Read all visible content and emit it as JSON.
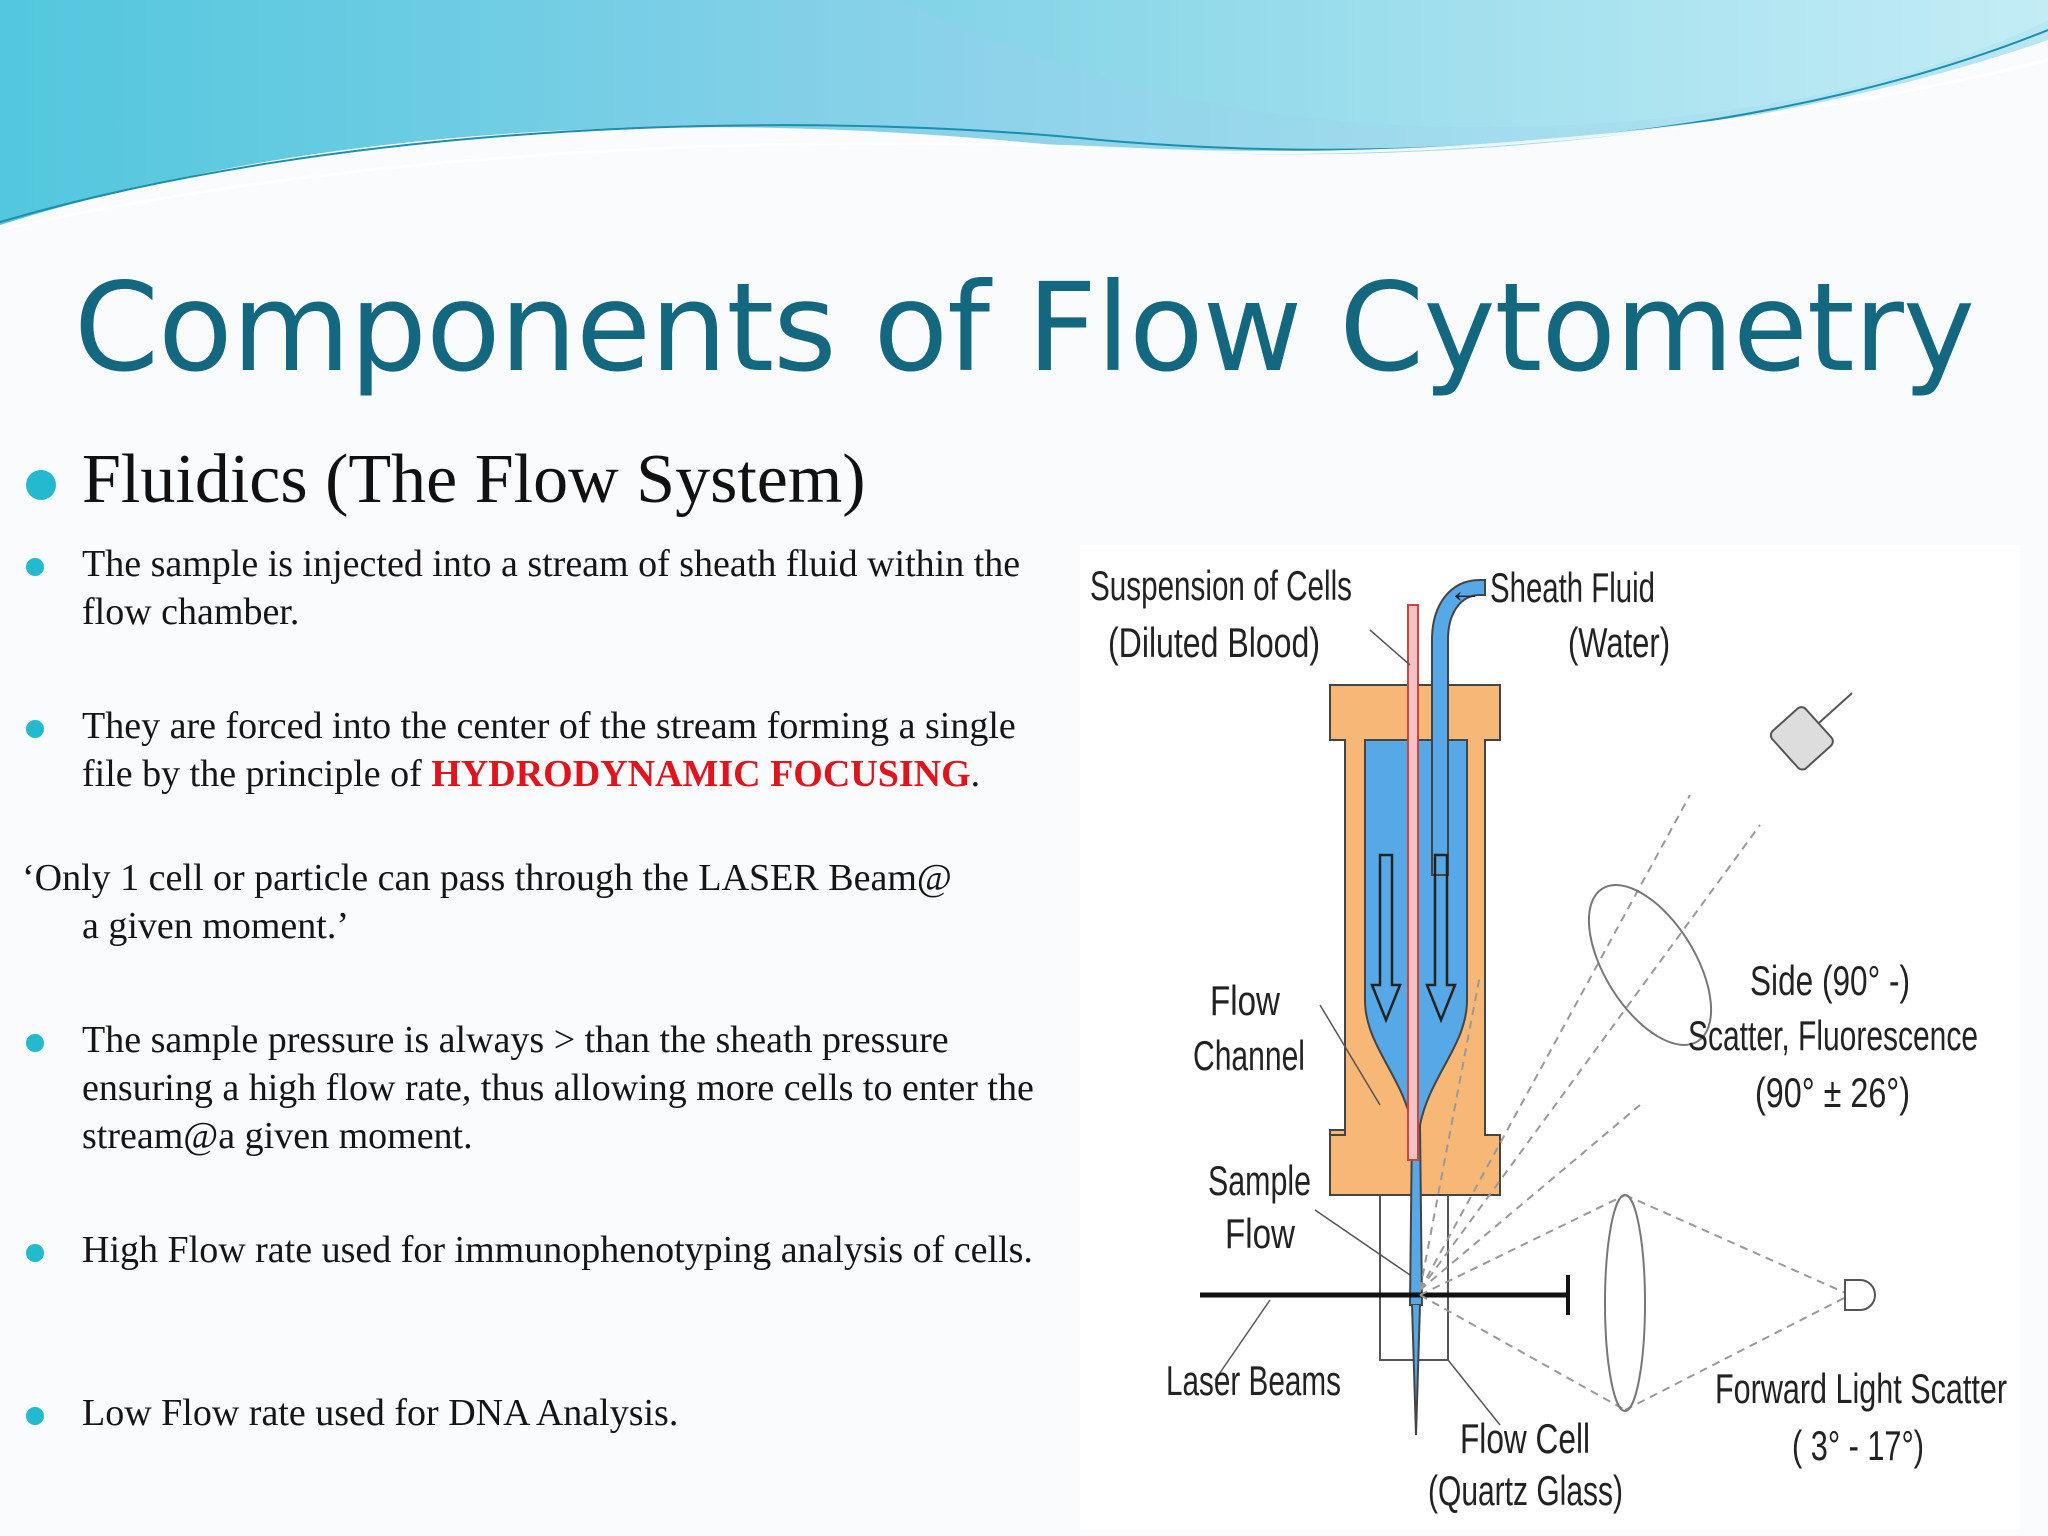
{
  "slide": {
    "title": "Components of Flow Cytometry",
    "heading": "Fluidics (The Flow System)",
    "bullets": [
      {
        "text": "The sample is injected into a stream of sheath fluid within the flow chamber."
      },
      {
        "pre": "They are forced into the center of the stream forming a single file by the principle of ",
        "highlight": "HYDRODYNAMIC FOCUSING",
        "post": "."
      },
      {
        "text": "The sample pressure is always > than the sheath pressure ensuring a high flow rate, thus allowing more cells to enter the stream@a given moment."
      },
      {
        "text": "High Flow rate used for immunophenotyping analysis of cells."
      },
      {
        "text": "Low Flow rate  used for DNA Analysis."
      }
    ],
    "quote_line1": "‘Only 1 cell or particle can pass through the LASER Beam@",
    "quote_line2": "a given moment.’"
  },
  "diagram": {
    "labels": {
      "suspension_1": "Suspension of Cells",
      "suspension_2": "(Diluted Blood)",
      "sheath_1": "Sheath Fluid",
      "sheath_2": "(Water)",
      "side_1": "Side (90° -)",
      "side_2": "Scatter, Fluorescence",
      "side_3": "(90° ± 26°)",
      "flow_channel_1": "Flow",
      "flow_channel_2": "Channel",
      "sample_flow_1": "Sample",
      "sample_flow_2": "Flow",
      "laser": "Laser Beams",
      "flow_cell_1": "Flow Cell",
      "flow_cell_2": "(Quartz Glass)",
      "forward_1": "Forward Light Scatter",
      "forward_2": "( 3° - 17°)"
    },
    "colors": {
      "sheath_blue": "#56a9e6",
      "housing_orange": "#f7b877",
      "title_teal": "#13677f",
      "bullet_cyan": "#23b9cf",
      "highlight_red": "#e0141c"
    }
  }
}
